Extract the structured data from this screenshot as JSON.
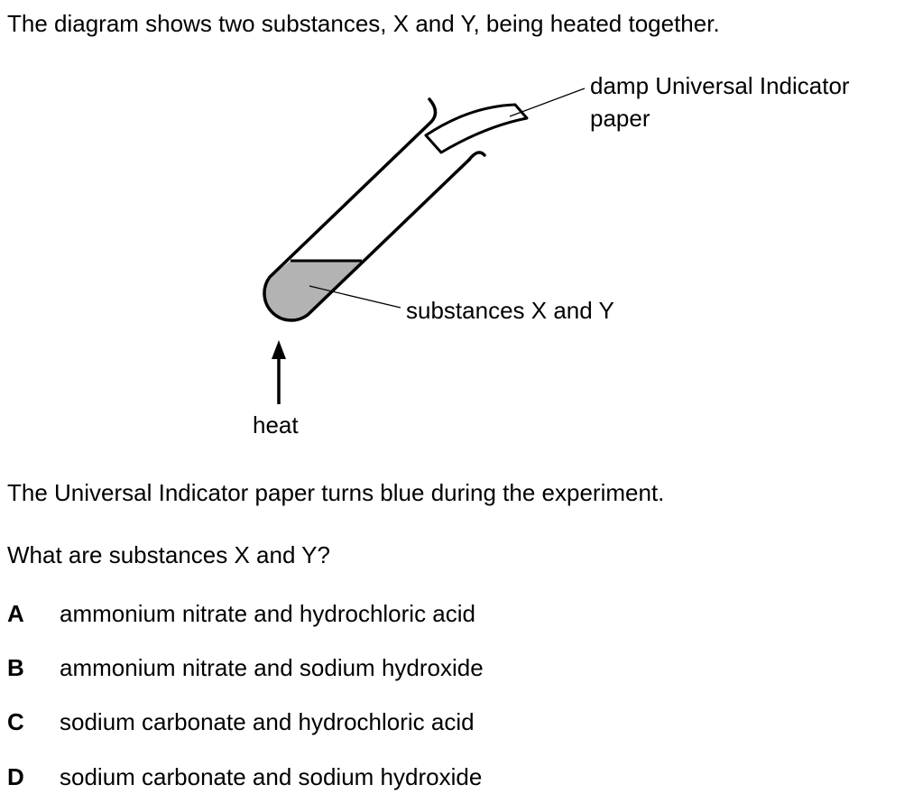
{
  "intro_text": "The diagram shows two substances, X and Y, being heated together.",
  "diagram": {
    "labels": {
      "paper_line1": "damp Universal Indicator",
      "paper_line2": "paper",
      "substances": "substances X and Y",
      "heat": "heat"
    },
    "colors": {
      "mixture_fill": "#b3b3b3",
      "ink": "#000000"
    }
  },
  "result_text": "The Universal Indicator paper turns blue during the experiment.",
  "question_text": "What are substances X and Y?",
  "options": [
    {
      "letter": "A",
      "text": "ammonium nitrate and hydrochloric acid"
    },
    {
      "letter": "B",
      "text": "ammonium nitrate and sodium hydroxide"
    },
    {
      "letter": "C",
      "text": "sodium carbonate and hydrochloric acid"
    },
    {
      "letter": "D",
      "text": "sodium carbonate and sodium hydroxide"
    }
  ]
}
